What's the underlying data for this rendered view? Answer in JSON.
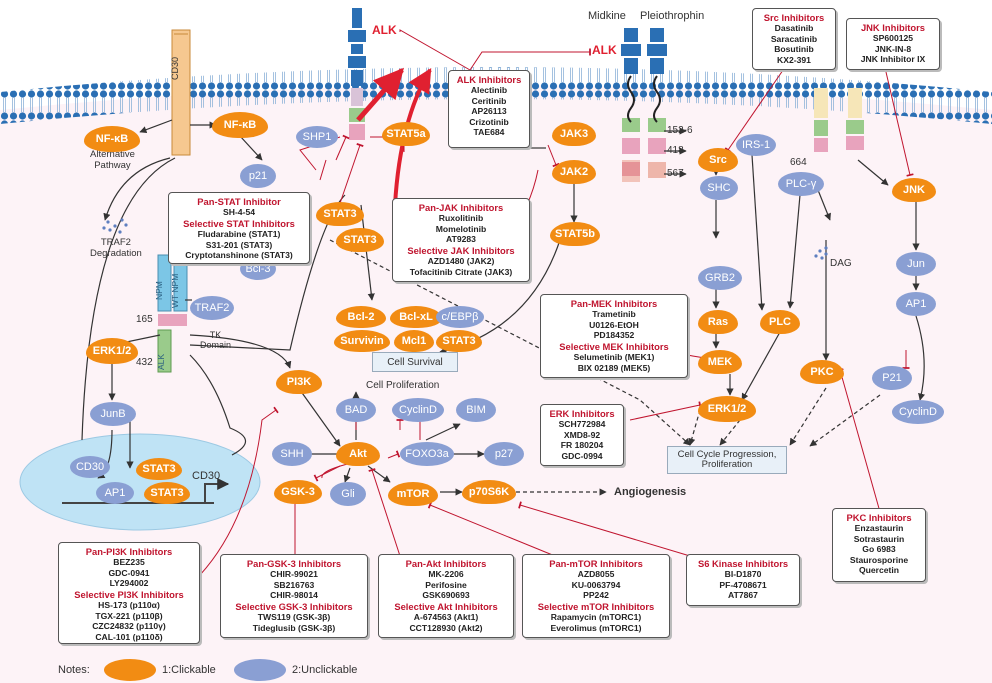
{
  "nodes": {
    "nfkb1": "NF-κB",
    "nfkb2": "NF-κB",
    "alt_pathway": "Alternative\nPathway",
    "p21_top": "p21",
    "shp1": "SHP1",
    "stat5a": "STAT5a",
    "stat3_a": "STAT3",
    "stat3_b": "STAT3",
    "jak3": "JAK3",
    "jak2": "JAK2",
    "stat5b": "STAT5b",
    "src": "Src",
    "shc": "SHC",
    "irs1": "IRS-1",
    "plcg": "PLC-γ",
    "grb2": "GRB2",
    "ras": "Ras",
    "plc": "PLC",
    "dag": "DAG",
    "mek": "MEK",
    "erk12_right": "ERK1/2",
    "pkc": "PKC",
    "jnk": "JNK",
    "jun": "Jun",
    "ap1_right": "AP1",
    "p21_right": "P21",
    "cyclind_right": "CyclinD",
    "bcl2": "Bcl-2",
    "bclxl": "Bcl-xL",
    "cebpb": "c/EBPβ",
    "survivin": "Survivin",
    "mcl1": "Mcl1",
    "stat3_c": "STAT3",
    "traf2": "TRAF2",
    "traf2_deg": "TRAF2\nDegradation",
    "bcl3": "Bcl-3",
    "erk12_left": "ERK1/2",
    "junb": "JunB",
    "pi3k": "PI3K",
    "bad": "BAD",
    "cyclind_mid": "CyclinD",
    "bim": "BIM",
    "shh": "SHH",
    "akt": "Akt",
    "foxo3a": "FOXO3a",
    "p27": "p27",
    "gsk3": "GSK-3",
    "gli": "Gli",
    "mtor": "mTOR",
    "p70s6k": "p70S6K",
    "cd30_n": "CD30",
    "ap1_n": "AP1",
    "stat3_n1": "STAT3",
    "stat3_n2": "STAT3",
    "cd30_gene": "CD30"
  },
  "labels": {
    "alk_top": "ALK",
    "alk_right": "ALK",
    "midkine": "Midkine",
    "pleiothrophin": "Pleiothrophin",
    "cd30_receptor": "CD30",
    "npm": "NPM",
    "wt_npm": "WT NPM",
    "alk_domain": "ALK",
    "tk_domain": "TK\nDomain",
    "n165": "165",
    "n432": "432",
    "n152": "152-6",
    "n418": "418",
    "n567": "567",
    "n664": "664",
    "p_mark": "P",
    "cell_survival": "Cell Survival",
    "cell_proliferation": "Cell Proliferation",
    "cell_cycle": "Cell Cycle Progression,\nProliferation",
    "angiogenesis": "Angiogenesis"
  },
  "inhibitors": {
    "alk": {
      "title": "ALK Inhibitors",
      "items": [
        "Alectinib",
        "Ceritinib",
        "AP26113",
        "Crizotinib",
        "TAE684"
      ]
    },
    "src": {
      "title": "Src Inhibitors",
      "items": [
        "Dasatinib",
        "Saracatinib",
        "Bosutinib",
        "KX2-391"
      ]
    },
    "jnk": {
      "title": "JNK Inhibitors",
      "items": [
        "SP600125",
        "JNK-IN-8",
        "JNK Inhibitor IX"
      ]
    },
    "stat": {
      "title": "Pan-STAT Inhibitor",
      "items": [
        "SH-4-54"
      ],
      "title2": "Selective STAT Inhibitors",
      "items2": [
        "Fludarabine (STAT1)",
        "S31-201 (STAT3)",
        "Cryptotanshinone (STAT3)"
      ]
    },
    "jak": {
      "title": "Pan-JAK Inhibitors",
      "items": [
        "Ruxolitinib",
        "Momelotinib",
        "AT9283"
      ],
      "title2": "Selective JAK Inhibitors",
      "items2": [
        "AZD1480 (JAK2)",
        "Tofacitinib Citrate (JAK3)"
      ]
    },
    "mek": {
      "title": "Pan-MEK Inhibitors",
      "items": [
        "Trametinib",
        "U0126-EtOH",
        "PD184352"
      ],
      "title2": "Selective MEK Inhibitors",
      "items2": [
        "Selumetinib (MEK1)",
        "BIX 02189 (MEK5)"
      ]
    },
    "erk": {
      "title": "ERK Inhibitors",
      "items": [
        "SCH772984",
        "XMD8-92",
        "FR 180204",
        "GDC-0994"
      ]
    },
    "pkc": {
      "title": "PKC Inhibitors",
      "items": [
        "Enzastaurin",
        "Sotrastaurin",
        "Go 6983",
        "Staurosporine",
        "Quercetin"
      ]
    },
    "pi3k": {
      "title": "Pan-PI3K Inhibitors",
      "items": [
        "BEZ235",
        "GDC-0941",
        "LY294002"
      ],
      "title2": "Selective PI3K Inhibitors",
      "items2": [
        "HS-173 (p110α)",
        "TGX-221 (p110β)",
        "CZC24832 (p110γ)",
        "CAL-101 (p110δ)"
      ]
    },
    "gsk3": {
      "title": "Pan-GSK-3 Inhibitors",
      "items": [
        "CHIR-99021",
        "SB216763",
        "CHIR-98014"
      ],
      "title2": "Selective GSK-3 Inhibitors",
      "items2": [
        "TWS119 (GSK-3β)",
        "Tideglusib (GSK-3β)"
      ]
    },
    "akt": {
      "title": "Pan-Akt Inhibitors",
      "items": [
        "MK-2206",
        "Perifosine",
        "GSK690693"
      ],
      "title2": "Selective Akt Inhibitors",
      "items2": [
        "A-674563 (Akt1)",
        "CCT128930 (Akt2)"
      ]
    },
    "mtor": {
      "title": "Pan-mTOR Inhibitors",
      "items": [
        "AZD8055",
        "KU-0063794",
        "PP242"
      ],
      "title2": "Selective mTOR Inhibitors",
      "items2": [
        "Rapamycin (mTORC1)",
        "Everolimus (mTORC1)"
      ]
    },
    "s6k": {
      "title": "S6 Kinase Inhibitors",
      "items": [
        "BI-D1870",
        "PF-4708671",
        "AT7867"
      ]
    }
  },
  "legend": {
    "prefix": "Notes:",
    "clickable": "1:Clickable",
    "unclickable": "2:Unclickable"
  },
  "colors": {
    "clickable": "#f28c13",
    "unclickable": "#8a9fd3",
    "inhibitor": "#c0152f",
    "membrane": "#2a6fb4",
    "nucleus": "#bfe3f5"
  }
}
